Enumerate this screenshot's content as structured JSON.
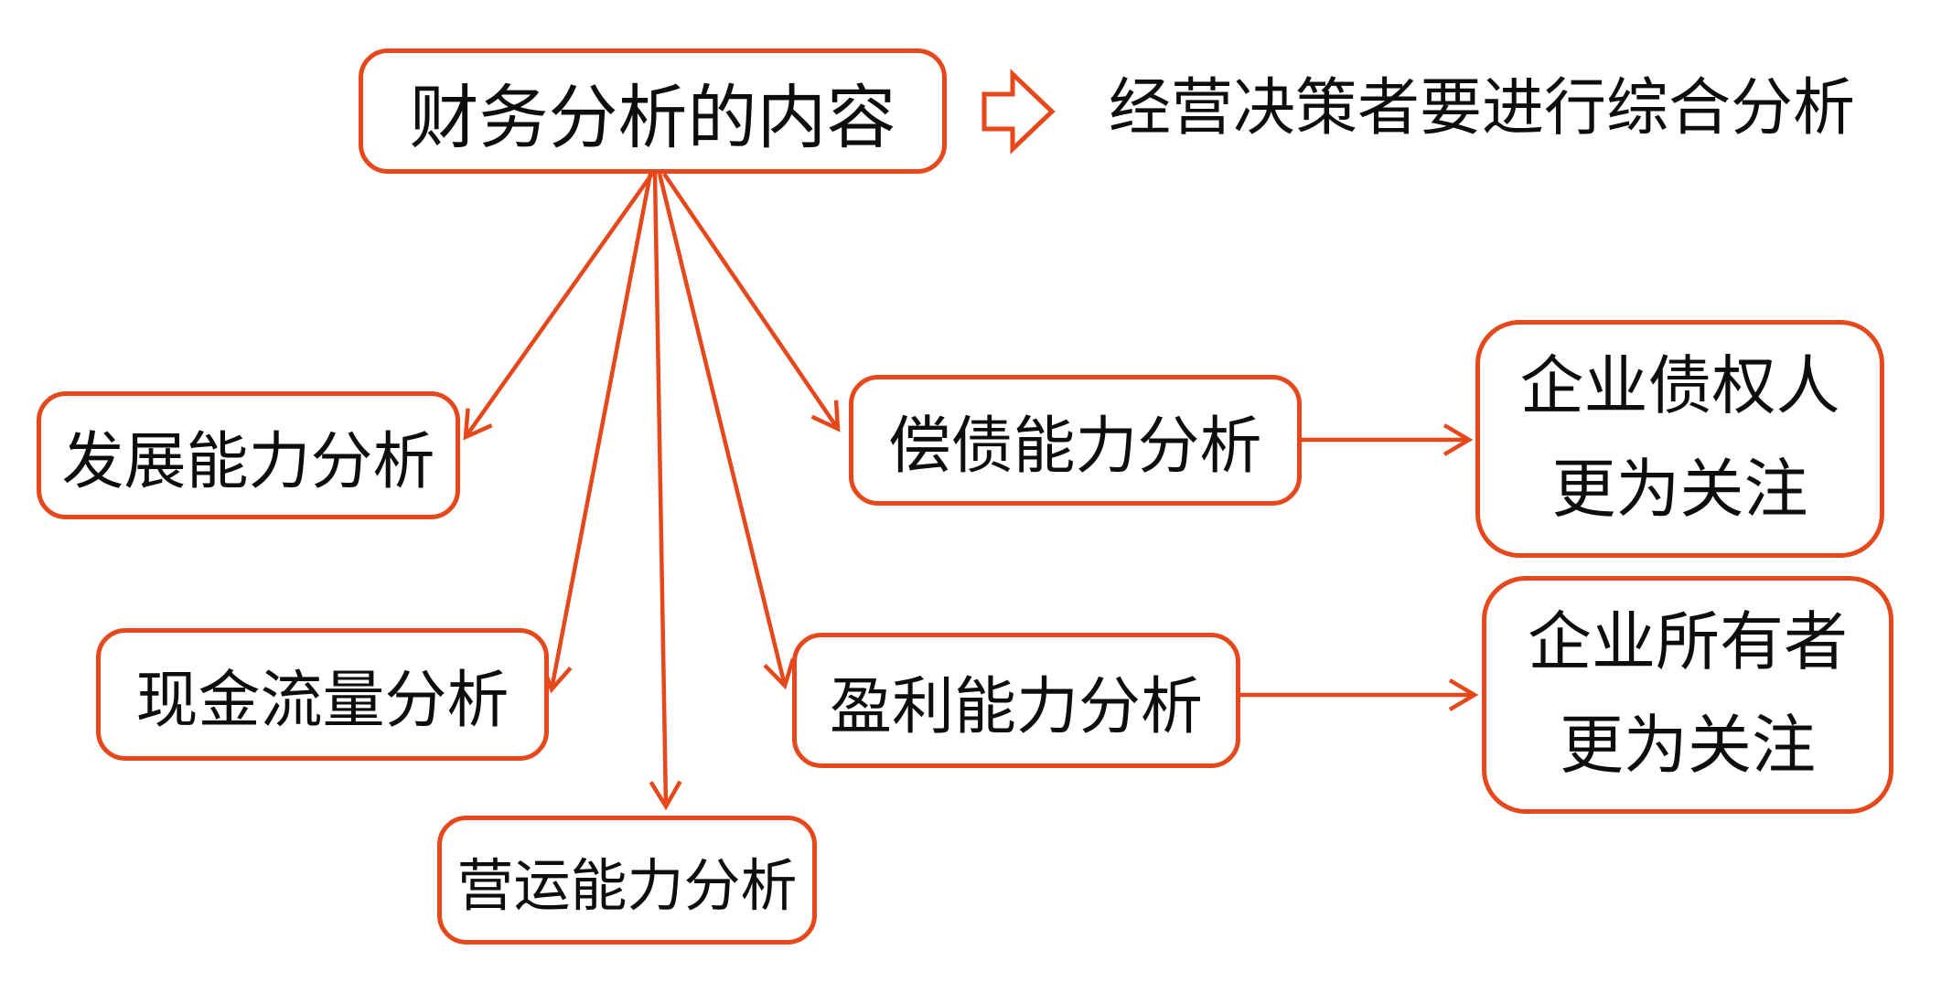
{
  "colors": {
    "accent": "#e6471b",
    "text": "#0d0d0d",
    "background": "#ffffff"
  },
  "root": {
    "label": "财务分析的内容"
  },
  "annotation": {
    "label": "经营决策者要进行综合分析"
  },
  "branches": [
    {
      "id": "development",
      "label": "发展能力分析"
    },
    {
      "id": "cash-flow",
      "label": "现金流量分析"
    },
    {
      "id": "operating",
      "label": "营运能力分析"
    },
    {
      "id": "solvency",
      "label": "偿债能力分析"
    },
    {
      "id": "profitability",
      "label": "盈利能力分析"
    }
  ],
  "notes": [
    {
      "id": "creditors",
      "line1": "企业债权人",
      "line2": "更为关注"
    },
    {
      "id": "owners",
      "line1": "企业所有者",
      "line2": "更为关注"
    }
  ]
}
